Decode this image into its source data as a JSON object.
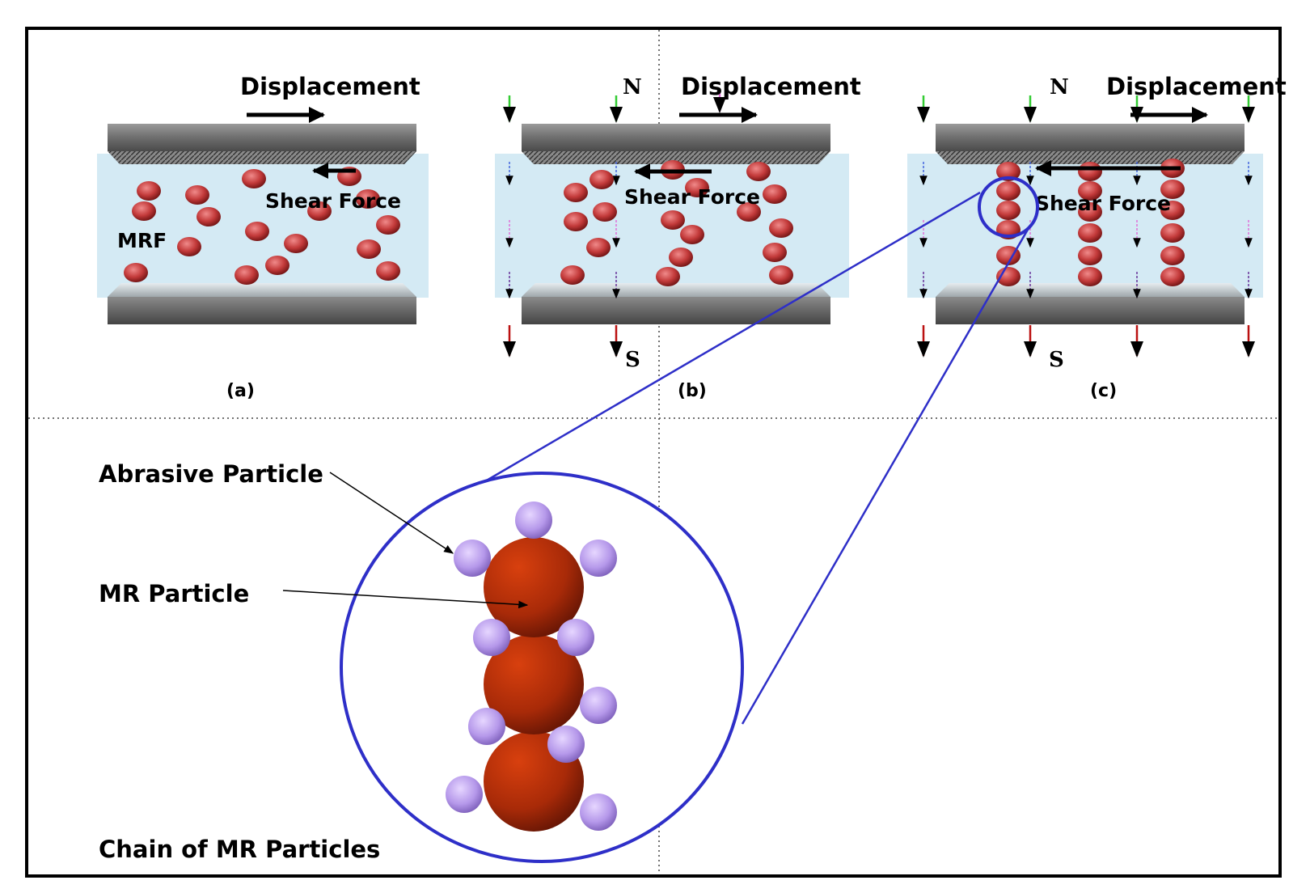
{
  "labels": {
    "displacement": "Displacement",
    "shear_force": "Shear Force",
    "mrf": "MRF",
    "north": "N",
    "south": "S",
    "panel_a": "(a)",
    "panel_b": "(b)",
    "panel_c": "(c)",
    "abrasive_particle": "Abrasive Particle",
    "mr_particle": "MR Particle",
    "chain_caption": "Chain of MR Particles"
  },
  "colors": {
    "frame": "#000000",
    "fluid": "#d4eaf4",
    "plate_dark": "#555555",
    "mr_particle": "#b32a0c",
    "abrasive": "#b39ae6",
    "zoom_circle": "#2e2fc8",
    "field_green": "#33cc33",
    "field_blue": "#4466dd",
    "field_pink": "#e070d8",
    "field_purple": "#663399",
    "field_red": "#bb1111"
  }
}
